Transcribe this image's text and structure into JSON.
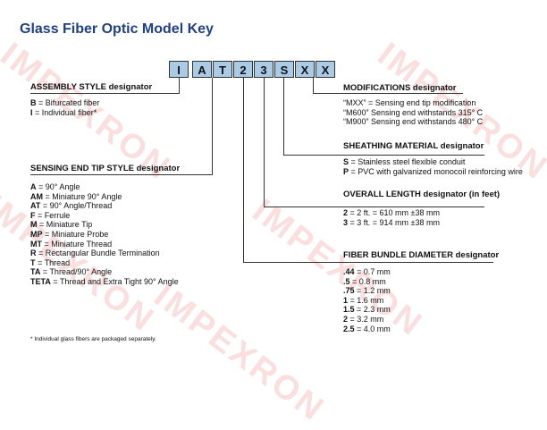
{
  "title": "Glass Fiber Optic Model Key",
  "model_boxes": [
    "I",
    "A",
    "T",
    "2",
    "3",
    "S",
    "X",
    "X"
  ],
  "assembly": {
    "header": "ASSEMBLY STYLE designator",
    "items": [
      {
        "code": "B",
        "text": " = Bifurcated fiber"
      },
      {
        "code": "I",
        "text": " = Individual fiber*"
      }
    ]
  },
  "sensing_end": {
    "header": "SENSING END TIP STYLE designator",
    "items": [
      {
        "code": "A",
        "text": " = 90° Angle"
      },
      {
        "code": "AM",
        "text": " = Miniature 90° Angle"
      },
      {
        "code": "AT",
        "text": " = 90° Angle/Thread"
      },
      {
        "code": "F",
        "text": " = Ferrule"
      },
      {
        "code": "M",
        "text": " = Miniature Tip"
      },
      {
        "code": "MP",
        "text": " = Miniature Probe"
      },
      {
        "code": "MT",
        "text": " = Miniature Thread"
      },
      {
        "code": "R",
        "text": " = Rectangular Bundle Termination"
      },
      {
        "code": "T",
        "text": " = Thread"
      },
      {
        "code": "TA",
        "text": " = Thread/90° Angle"
      },
      {
        "code": "TETA",
        "text": " = Thread and Extra Tight 90° Angle"
      }
    ]
  },
  "modifications": {
    "header": "MODIFICATIONS designator",
    "items": [
      {
        "code": "",
        "text": "“MXX” = Sensing end tip modification"
      },
      {
        "code": "",
        "text": "“M600” Sensing end withstands 315° C"
      },
      {
        "code": "",
        "text": "“M900” Sensing end withstands 480° C"
      }
    ]
  },
  "sheathing": {
    "header": "SHEATHING MATERIAL designator",
    "items": [
      {
        "code": "S",
        "text": " = Stainless steel flexible conduit"
      },
      {
        "code": "P",
        "text": " = PVC with galvanized monocoil reinforcing wire"
      }
    ]
  },
  "overall_length": {
    "header": "OVERALL LENGTH designator (in feet)",
    "items": [
      {
        "code": "2",
        "text": " = 2 ft. = 610 mm ±38 mm"
      },
      {
        "code": "3",
        "text": " = 3 ft. = 914 mm ±38 mm"
      }
    ]
  },
  "fiber_bundle": {
    "header": "FIBER BUNDLE DIAMETER designator",
    "items": [
      {
        "code": ".44",
        "text": " = 0.7 mm"
      },
      {
        "code": ".5",
        "text": " = 0.8 mm"
      },
      {
        "code": ".75",
        "text": " = 1.2 mm"
      },
      {
        "code": "1",
        "text": " = 1.6 mm"
      },
      {
        "code": "1.5",
        "text": " = 2.3 mm"
      },
      {
        "code": "2",
        "text": " = 3.2 mm"
      },
      {
        "code": "2.5",
        "text": " = 4.0 mm"
      }
    ]
  },
  "footnote": "*     Individual glass fibers are packaged separately.",
  "watermark": "IMPEXRON",
  "colors": {
    "title": "#1f3f8a",
    "box_fill": "#a9cbe6",
    "watermark": "#eb4646"
  }
}
